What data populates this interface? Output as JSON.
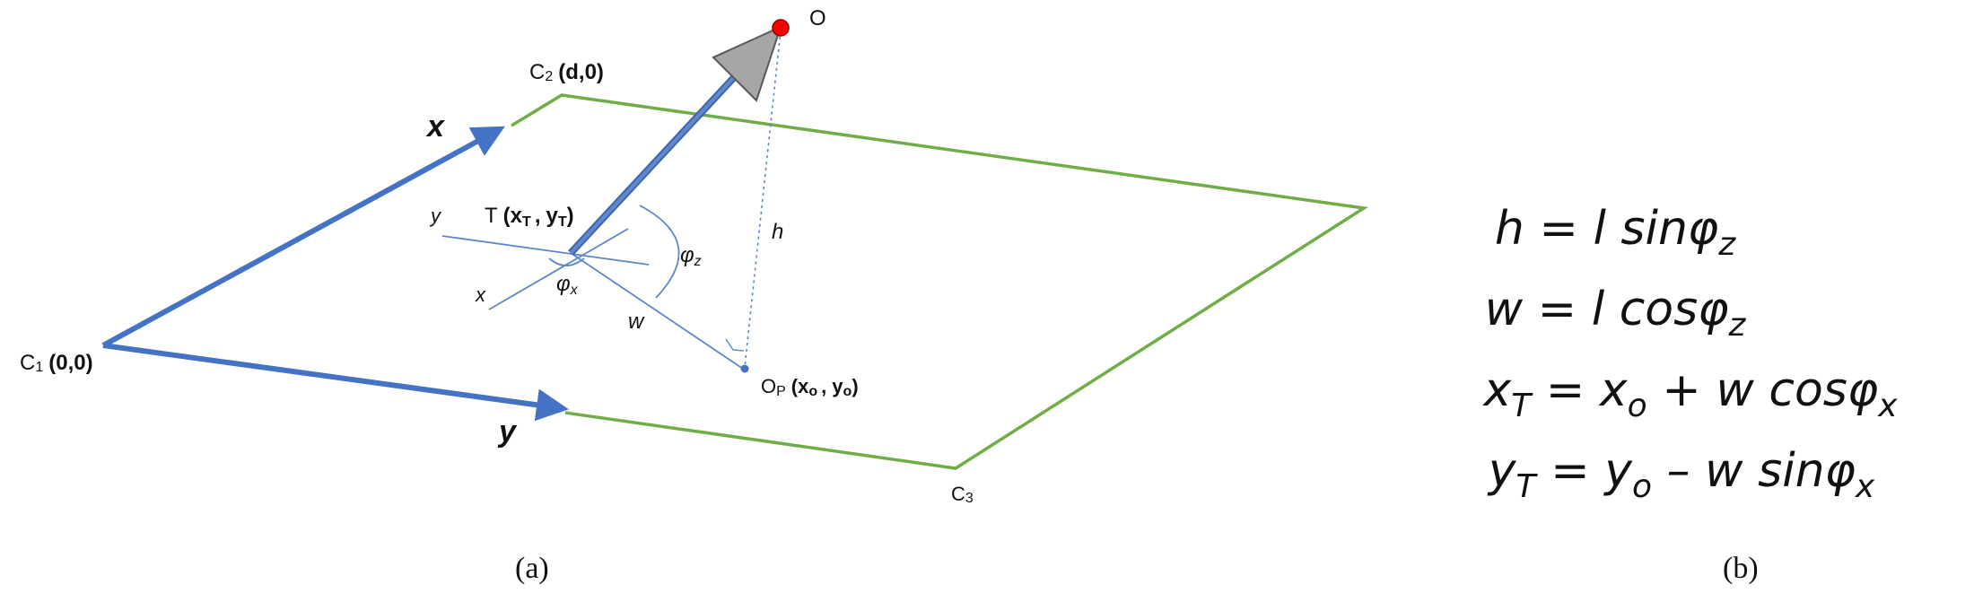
{
  "diagram": {
    "corners": {
      "c1": {
        "letter": "C",
        "sub": "1",
        "coords": "(0,0)"
      },
      "c2": {
        "letter": "C",
        "sub": "2",
        "coords": "(d,0)"
      },
      "c3": {
        "letter": "C",
        "sub": "3"
      }
    },
    "axes": {
      "x_label": "x",
      "y_label": "y"
    },
    "target": {
      "letter": "T",
      "open": "(",
      "x_main": "x",
      "x_sub": "T",
      "comma": ",",
      "y_main": "y",
      "y_sub": "T",
      "close": ")"
    },
    "observer": {
      "label": "O"
    },
    "projection": {
      "letter": "O",
      "sub": "P",
      "open": "(",
      "x_main": "x",
      "x_sub": "o",
      "comma": ",",
      "y_main": "y",
      "y_sub": "o",
      "close": ")"
    },
    "local_axes": {
      "x": "x",
      "y": "y"
    },
    "angles": {
      "phi_x": {
        "main": "φ",
        "sub": "x"
      },
      "phi_z": {
        "main": "φ",
        "sub": "z"
      }
    },
    "lengths": {
      "h": "h",
      "w": "w"
    },
    "colors": {
      "plane_edge": "#70ad47",
      "axis_arrow": "#4472c4",
      "thin_line": "#5b86c9",
      "observer": "#ff0000",
      "arrow_head": "#a6a6a6"
    }
  },
  "equations": [
    {
      "lhs": "h",
      "lhs_sub": "",
      "op": " = ",
      "rhs": "l sinφ",
      "rhs_sub": "z"
    },
    {
      "lhs": "w",
      "lhs_sub": "",
      "op": " = ",
      "rhs": "l cosφ",
      "rhs_sub": "z"
    },
    {
      "lhs": "x",
      "lhs_sub": "T",
      "op": " = ",
      "rhs": "x",
      "rhs_sub": "o",
      "rest": " + w cosφ",
      "rest_sub": "x"
    },
    {
      "lhs": "y",
      "lhs_sub": "T",
      "op": " = ",
      "rhs": "y",
      "rhs_sub": "o",
      "rest": " – w sinφ",
      "rest_sub": "x"
    }
  ],
  "captions": {
    "a": "(a)",
    "b": "(b)"
  }
}
